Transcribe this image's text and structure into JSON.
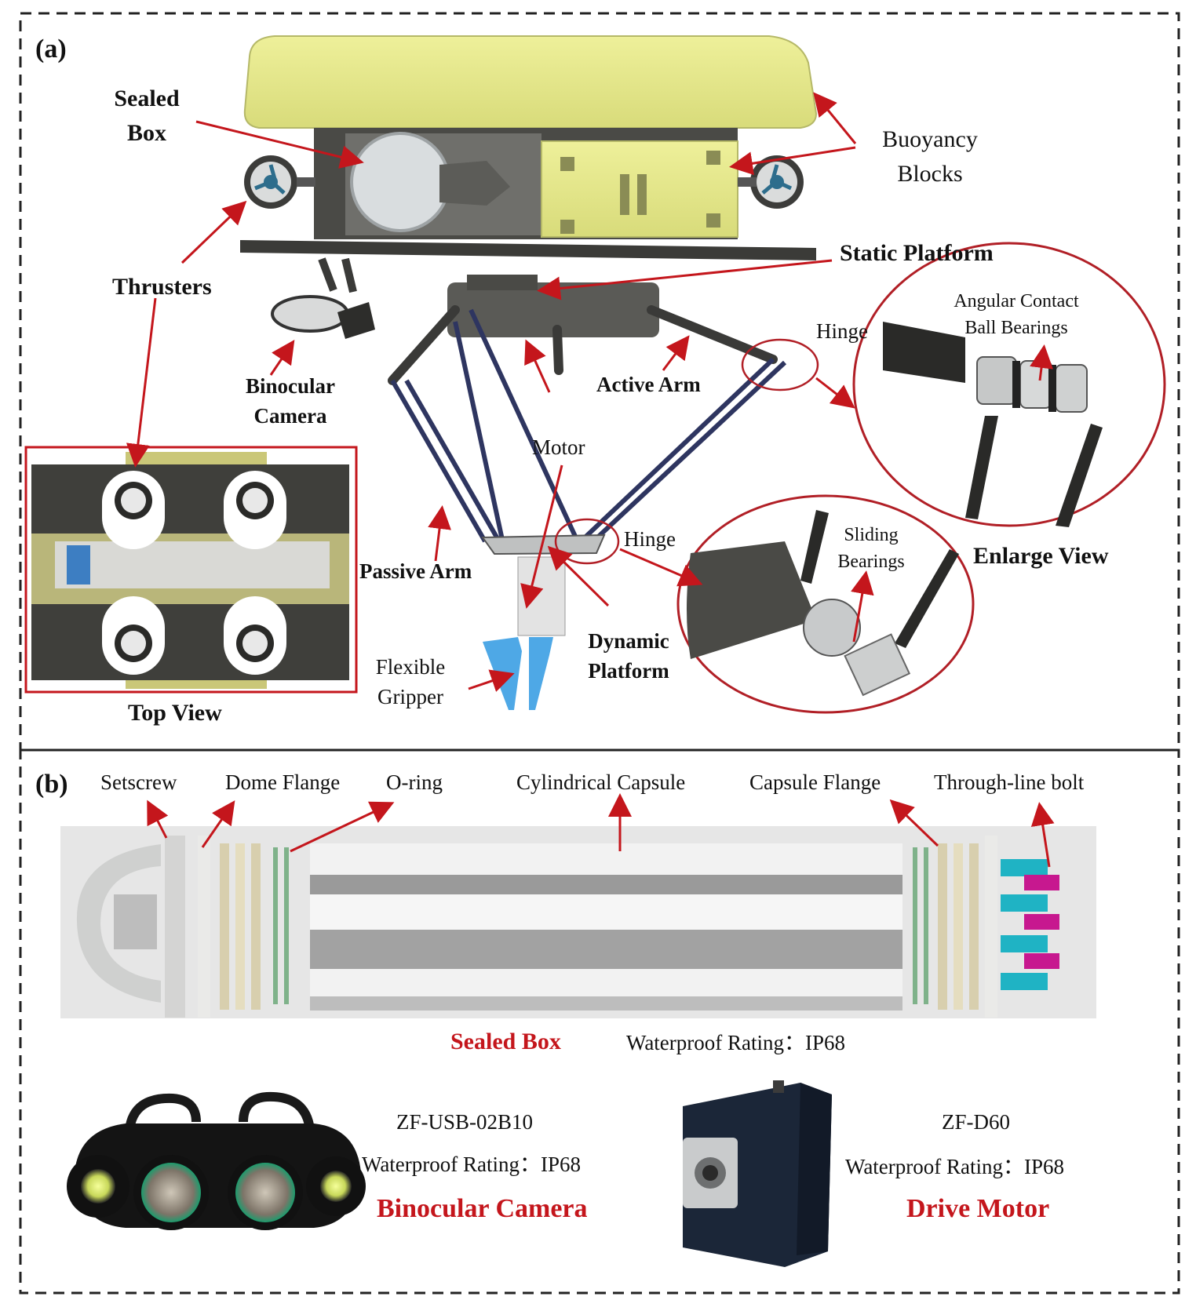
{
  "panel_a": {
    "tag": "(a)",
    "labels": {
      "sealed_box": [
        "Sealed",
        "Box"
      ],
      "buoyancy_blocks": [
        "Buoyancy",
        "Blocks"
      ],
      "thrusters": "Thrusters",
      "static_platform": "Static Platform",
      "binocular_camera": [
        "Binocular",
        "Camera"
      ],
      "active_arm": "Active Arm",
      "hinge_upper": "Hinge",
      "angular_contact": [
        "Angular Contact",
        "Ball Bearings"
      ],
      "motor": "Motor",
      "passive_arm": "Passive Arm",
      "hinge_lower": "Hinge",
      "sliding_bearings": [
        "Sliding",
        "Bearings"
      ],
      "enlarge_view": "Enlarge View",
      "dynamic_platform": [
        "Dynamic",
        "Platform"
      ],
      "flexible_gripper": [
        "Flexible",
        "Gripper"
      ],
      "top_view": "Top View"
    }
  },
  "panel_b": {
    "tag": "(b)",
    "parts": {
      "setscrew": "Setscrew",
      "dome_flange": "Dome Flange",
      "o_ring": "O-ring",
      "cylindrical_capsule": "Cylindrical Capsule",
      "capsule_flange": "Capsule Flange",
      "through_line_bolt": "Through-line bolt"
    },
    "sealed_box": {
      "name": "Sealed Box",
      "rating": "Waterproof Rating：IP68"
    },
    "camera": {
      "model": "ZF-USB-02B10",
      "rating": "Waterproof Rating：IP68",
      "name": "Binocular Camera"
    },
    "motor": {
      "model": "ZF-D60",
      "rating": "Waterproof Rating：IP68",
      "name": "Drive Motor"
    }
  },
  "colors": {
    "callout_red": "#c4161c",
    "buoyancy_yellow": "#e9ec8f",
    "frame_dark": "#3a3a37",
    "bolt_cyan": "#1fb3c4",
    "bolt_magenta": "#c7188f",
    "gripper_blue": "#4ea8e6"
  }
}
